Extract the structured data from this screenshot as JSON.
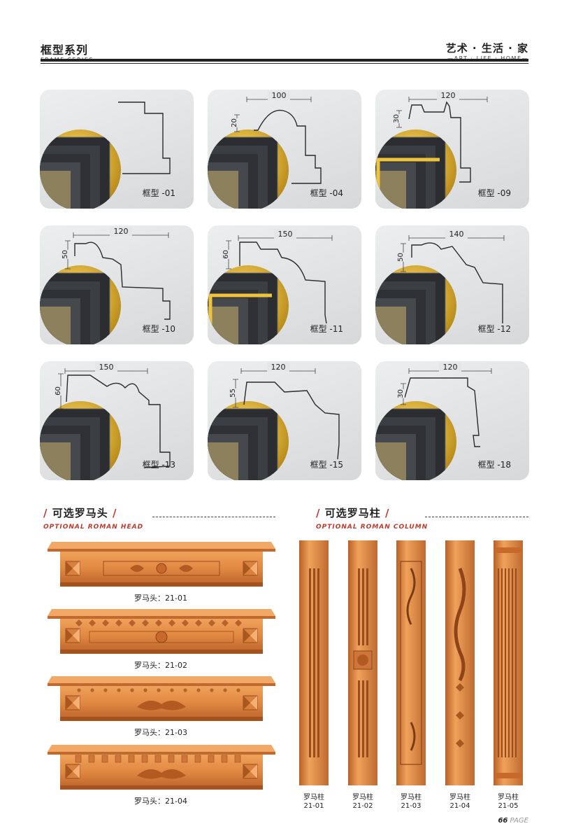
{
  "header": {
    "left_cn": "框型系列",
    "left_en": "FRAME SERIES",
    "right_cn": "艺术 · 生活 · 家",
    "right_en": "—ART · LIFE · HOME—"
  },
  "frames": [
    {
      "label": "框型 -01",
      "width": "",
      "height": ""
    },
    {
      "label": "框型 -04",
      "width": "100",
      "height": "20"
    },
    {
      "label": "框型 -09",
      "width": "120",
      "height": "30"
    },
    {
      "label": "框型 -10",
      "width": "120",
      "height": "50"
    },
    {
      "label": "框型 -11",
      "width": "150",
      "height": "60"
    },
    {
      "label": "框型 -12",
      "width": "140",
      "height": "50"
    },
    {
      "label": "框型 -13",
      "width": "150",
      "height": "60"
    },
    {
      "label": "框型 -15",
      "width": "120",
      "height": "55"
    },
    {
      "label": "框型 -18",
      "width": "120",
      "height": "30"
    }
  ],
  "roman_head": {
    "title": "可选罗马头",
    "title_en": "OPTIONAL ROMAN HEAD",
    "items": [
      {
        "label": "罗马头：21-01"
      },
      {
        "label": "罗马头：21-02"
      },
      {
        "label": "罗马头：21-03"
      },
      {
        "label": "罗马头：21-04"
      }
    ]
  },
  "roman_column": {
    "title": "可选罗马柱",
    "title_en": "OPTIONAL ROMAN COLUMN",
    "items": [
      {
        "name": "罗马柱",
        "code": "21-01"
      },
      {
        "name": "罗马柱",
        "code": "21-02"
      },
      {
        "name": "罗马柱",
        "code": "21-03"
      },
      {
        "name": "罗马柱",
        "code": "21-04"
      },
      {
        "name": "罗马柱",
        "code": "21-05"
      }
    ]
  },
  "page": {
    "number": "66",
    "suffix": "PAGE"
  },
  "colors": {
    "copper_light": "#e8914a",
    "copper_dark": "#a3531f",
    "gold": "#e8b838",
    "accent_red": "#c0392b"
  }
}
